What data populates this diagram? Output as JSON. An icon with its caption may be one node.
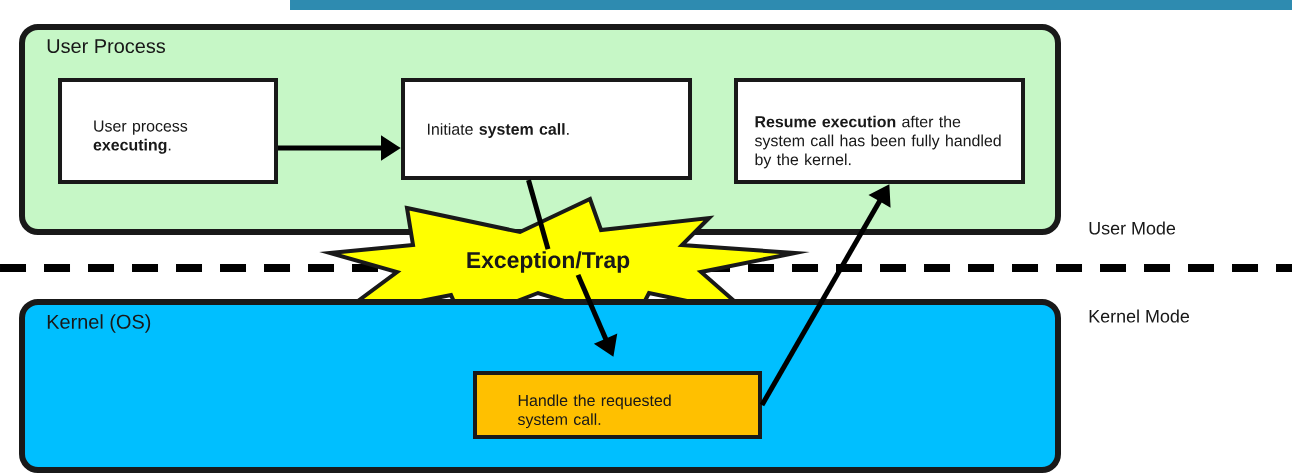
{
  "diagram": {
    "nodes": [
      {
        "text": [
          "User Process"
        ]
      },
      {
        "text": [
          "User process **executing**."
        ],
        "in": 0
      },
      {
        "text": [
          "Initiate **system call**."
        ],
        "in": 0
      },
      {
        "text": [
          "**Resume execution** after the system call has been fully handled by the kernel."
        ],
        "in": 0
      },
      {
        "text": [
          "Exception/Trap"
        ]
      },
      {
        "text": [
          "Kernel (OS)"
        ]
      },
      {
        "text": [
          "Handle the requested system call."
        ],
        "in": 5
      }
    ],
    "edges": [
      {
        "from": 1,
        "to": 2,
        "arrow": "to"
      },
      {
        "from": 2,
        "to": 4,
        "arrow": "none"
      },
      {
        "from": 4,
        "to": 6,
        "arrow": "to"
      },
      {
        "from": 6,
        "to": 3,
        "arrow": "to"
      }
    ],
    "labels": [
      "User Mode",
      "Kernel Mode"
    ]
  }
}
